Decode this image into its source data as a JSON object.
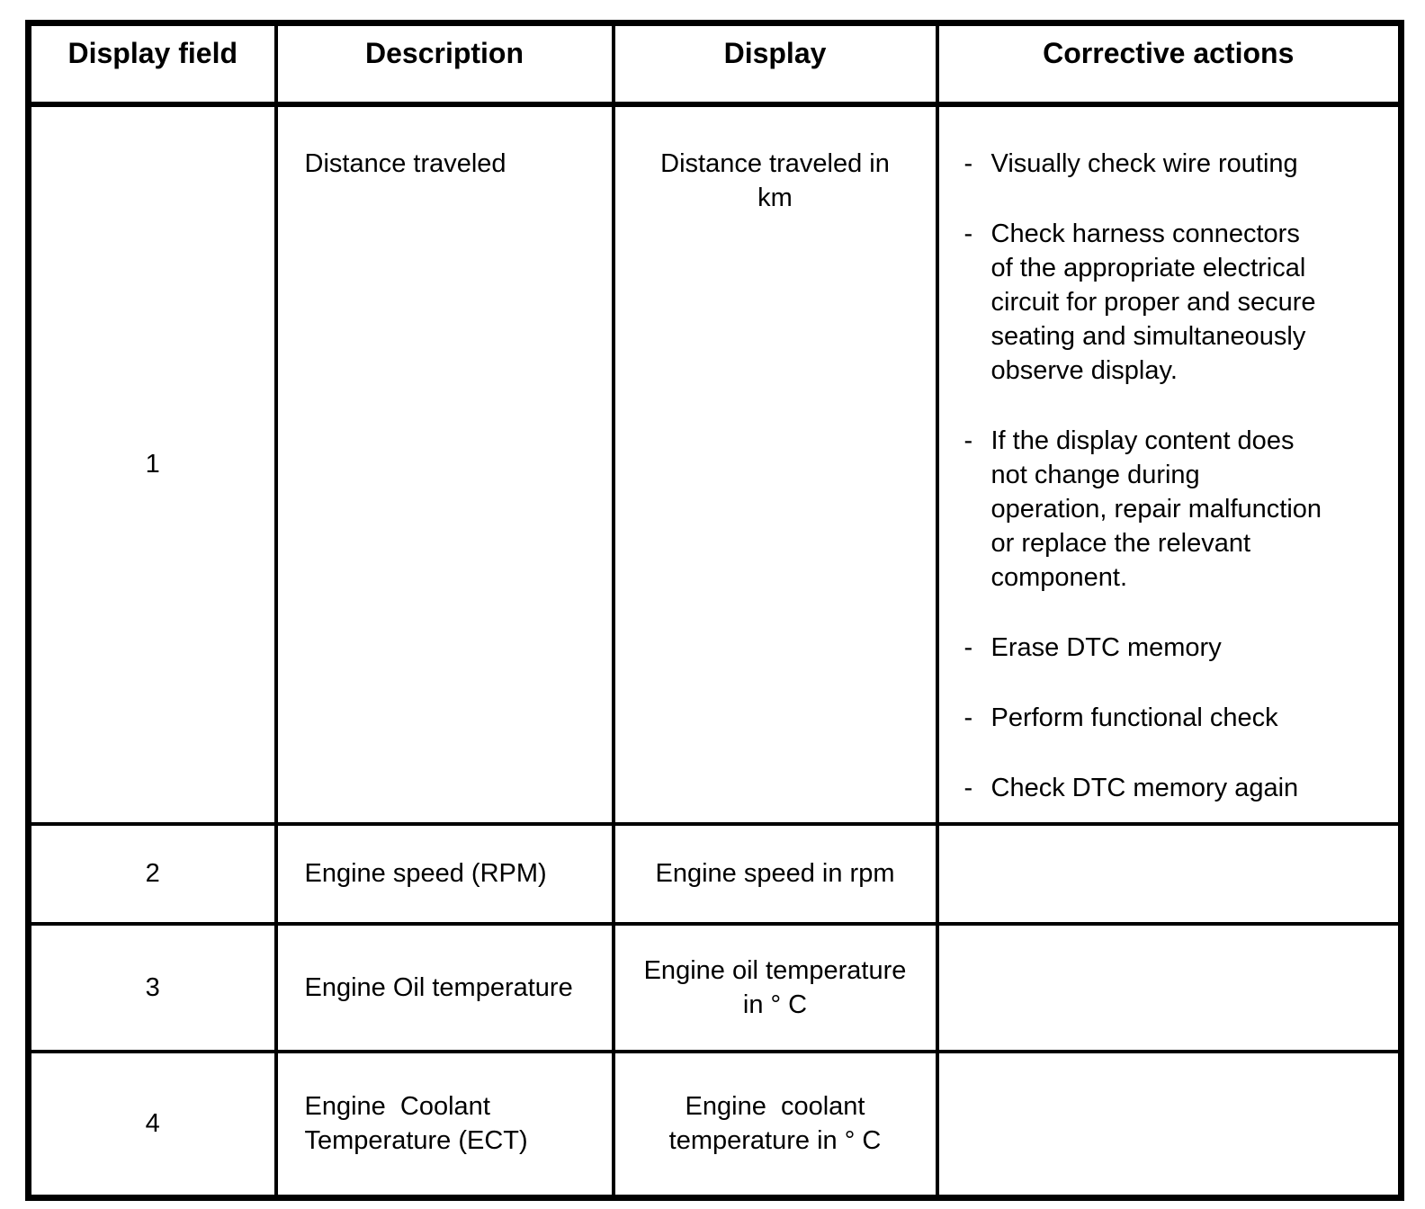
{
  "document": {
    "table": {
      "bullet_marker": "-",
      "headers": {
        "display_field": "Display field",
        "description": "Description",
        "display": "Display",
        "corrective_actions": "Corrective actions"
      },
      "rows": [
        {
          "field": "1",
          "description": "Distance traveled",
          "display": "Distance traveled in\nkm",
          "corrective": [
            "Visually check wire routing",
            "Check harness connectors\nof the appropriate electrical\ncircuit for proper and secure\nseating and simultaneously\nobserve display.",
            "If the display content does\nnot change during\noperation, repair malfunction\nor replace the relevant\ncomponent.",
            "Erase DTC memory",
            "Perform functional check",
            "Check DTC memory again"
          ]
        },
        {
          "field": "2",
          "description": "Engine speed (RPM)",
          "display": "Engine speed in rpm",
          "corrective": []
        },
        {
          "field": "3",
          "description": "Engine Oil temperature",
          "display": "Engine oil temperature\nin ° C",
          "corrective": []
        },
        {
          "field": "4",
          "description": "Engine  Coolant\nTemperature (ECT)",
          "display": "Engine  coolant\ntemperature in ° C",
          "corrective": []
        }
      ]
    }
  }
}
